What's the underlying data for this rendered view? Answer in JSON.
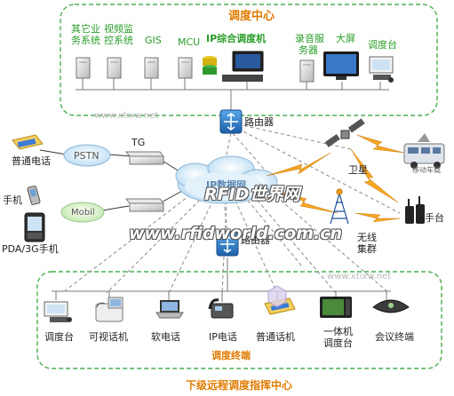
{
  "top_center": {
    "title": "调度中心",
    "systems": [
      {
        "label_lines": [
          "其它业",
          "务系统"
        ]
      },
      {
        "label_lines": [
          "视频监",
          "控系统"
        ]
      },
      {
        "label": "GIS"
      },
      {
        "label": "MCU"
      },
      {
        "label": "IP综合调度机"
      },
      {
        "label_lines": [
          "录音服",
          "务器"
        ]
      },
      {
        "label": "大屏"
      },
      {
        "label_lines": [
          "调度台"
        ]
      }
    ]
  },
  "network": {
    "router_top": "路由器",
    "router_bottom": "路由器",
    "tg": "TG",
    "pstn": "PSTN",
    "mobil": "Mobil",
    "cloud": "IP数据网",
    "satellite": "卫星",
    "vehicle": "移动车载",
    "handset": "手台",
    "cluster_lines": [
      "无线",
      "集群"
    ]
  },
  "left_devices": {
    "phone": "普通电话",
    "mobile": "手机",
    "pda": "PDA/3G手机"
  },
  "bottom_terminals": {
    "section_title": "调度终端",
    "items": [
      {
        "label": "调度台"
      },
      {
        "label": "可视话机"
      },
      {
        "label": "软电话"
      },
      {
        "label": "IP电话"
      },
      {
        "label": "普通话机"
      },
      {
        "label_lines": [
          "一体机",
          "调度台"
        ]
      },
      {
        "label": "会议终端"
      }
    ],
    "footer": "下级远程调度指挥中心"
  },
  "watermarks": {
    "line1": "RFID世界网",
    "line2": "www.rfidworld.com.cn",
    "small1": "www.xtixw.net",
    "small2": "www.xtixw.net"
  },
  "colors": {
    "box_border": "#4caf50",
    "title": "#e07b00",
    "label": "#2a9d2a",
    "dash": "#8a8a8a",
    "lightning": "#f0a020",
    "cloud": "#cfe6f5"
  }
}
